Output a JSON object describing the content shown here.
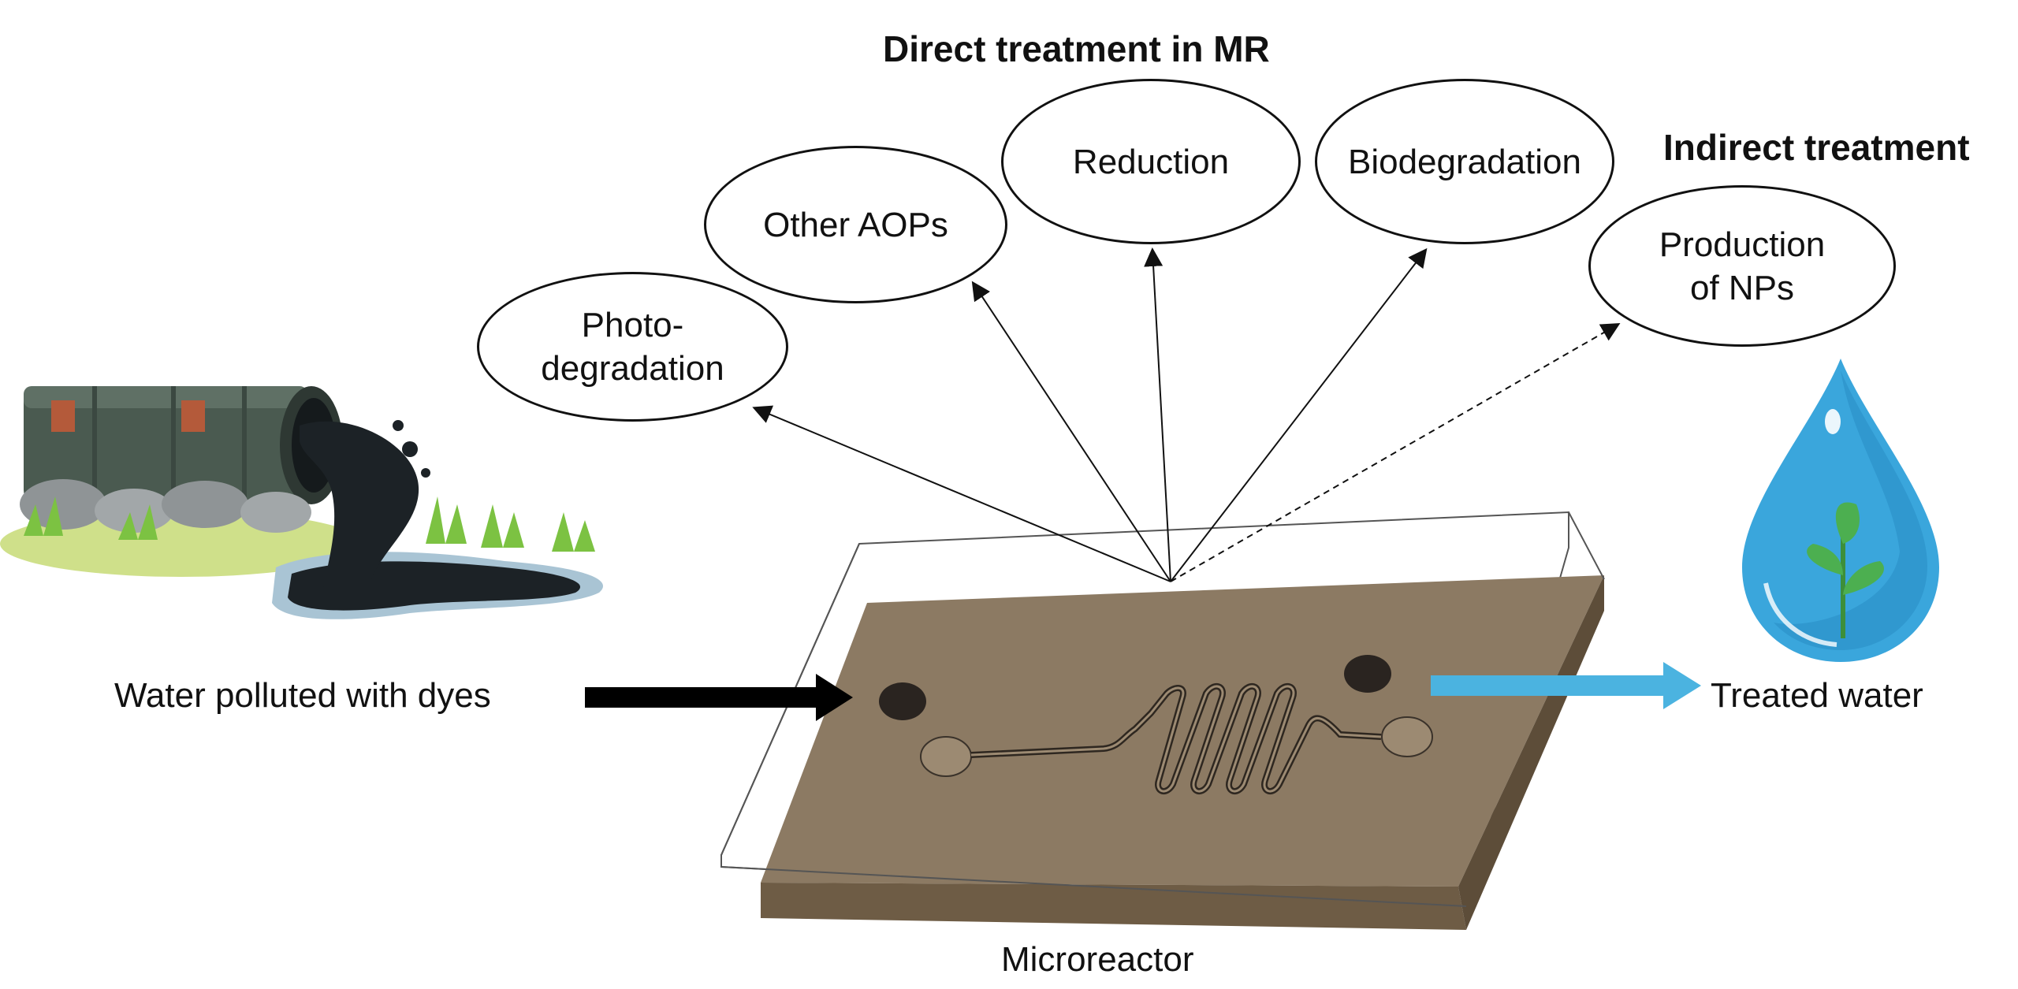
{
  "headings": {
    "direct": "Direct treatment in MR",
    "indirect": "Indirect treatment"
  },
  "ovals": {
    "photodegradation": "Photo-\ndegradation",
    "other_aops": "Other AOPs",
    "reduction": "Reduction",
    "biodegradation": "Biodegradation",
    "production_nps": "Production\nof NPs"
  },
  "labels": {
    "input": "Water polluted with dyes",
    "output": "Treated water",
    "device": "Microreactor"
  },
  "colors": {
    "arrow_in": "#000000",
    "arrow_out": "#4bb3e0",
    "reactor_top": "#8c7a63",
    "reactor_side": "#6e5c45",
    "drop": "#3aa6dc",
    "leaf": "#4caf50",
    "barrel": "#4a5a50",
    "sludge": "#1c2226",
    "grass": "#7cc242"
  },
  "icons": {
    "left": "polluted-barrel-icon",
    "right": "water-drop-leaf-icon"
  }
}
